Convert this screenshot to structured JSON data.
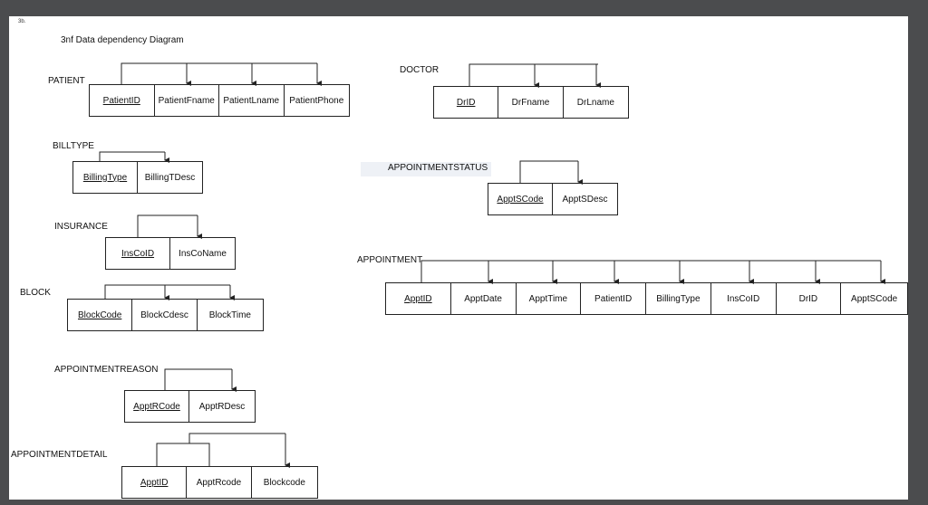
{
  "corner_label": "3b.",
  "title": "3nf  Data dependency Diagram",
  "entities": {
    "patient": {
      "name": "PATIENT",
      "pk": "PatientID",
      "fields": [
        "PatientFname",
        "PatientLname",
        "PatientPhone"
      ]
    },
    "doctor": {
      "name": "DOCTOR",
      "pk": "DrID",
      "fields": [
        "DrFname",
        "DrLname"
      ]
    },
    "billtype": {
      "name": "BILLTYPE",
      "pk": "BillingType",
      "fields": [
        "BillingTDesc"
      ]
    },
    "appointmentstatus": {
      "name": "APPOINTMENTSTATUS",
      "pk": "ApptSCode",
      "fields": [
        "ApptSDesc"
      ]
    },
    "insurance": {
      "name": "INSURANCE",
      "pk": "InsCoID",
      "fields": [
        "InsCoName"
      ]
    },
    "appointment": {
      "name": "APPOINTMENT",
      "pk": "ApptID",
      "fields": [
        "ApptDate",
        "ApptTime",
        "PatientID",
        "BillingType",
        "InsCoID",
        "DrID",
        "ApptSCode"
      ]
    },
    "block": {
      "name": "BLOCK",
      "pk": "BlockCode",
      "fields": [
        "BlockCdesc",
        "BlockTime"
      ]
    },
    "appointmentreason": {
      "name": "APPOINTMENTREASON",
      "pk": "ApptRCode",
      "fields": [
        "ApptRDesc"
      ]
    },
    "appointmentdetail": {
      "name": "APPOINTMENTDETAIL",
      "pk": "ApptID",
      "fields": [
        "ApptRcode",
        "Blockcode"
      ]
    }
  },
  "colors": {
    "background": "#4b4c4e",
    "sheet": "#ffffff",
    "line": "#222222"
  }
}
